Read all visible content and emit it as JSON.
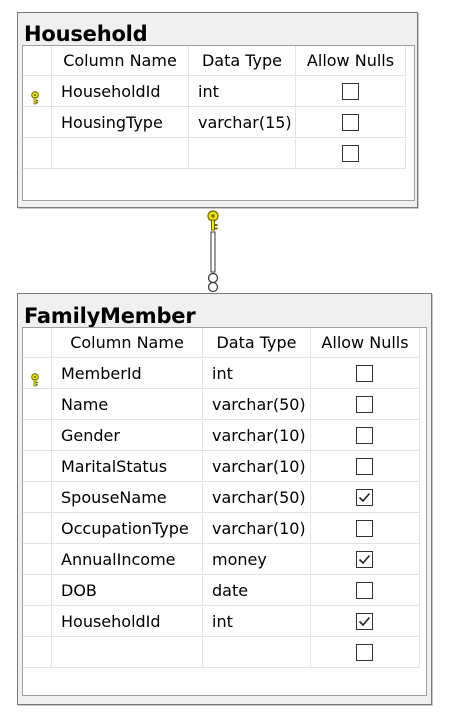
{
  "tables": [
    {
      "name": "Household",
      "headers": [
        "Column Name",
        "Data Type",
        "Allow Nulls"
      ],
      "rows": [
        {
          "column": "HouseholdId",
          "type": "int",
          "allow_nulls": false,
          "primary_key": true
        },
        {
          "column": "HousingType",
          "type": "varchar(15)",
          "allow_nulls": false,
          "primary_key": false
        },
        {
          "column": "",
          "type": "",
          "allow_nulls": false,
          "primary_key": false
        }
      ]
    },
    {
      "name": "FamilyMember",
      "headers": [
        "Column Name",
        "Data Type",
        "Allow Nulls"
      ],
      "rows": [
        {
          "column": "MemberId",
          "type": "int",
          "allow_nulls": false,
          "primary_key": true
        },
        {
          "column": "Name",
          "type": "varchar(50)",
          "allow_nulls": false,
          "primary_key": false
        },
        {
          "column": "Gender",
          "type": "varchar(10)",
          "allow_nulls": false,
          "primary_key": false
        },
        {
          "column": "MaritalStatus",
          "type": "varchar(10)",
          "allow_nulls": false,
          "primary_key": false
        },
        {
          "column": "SpouseName",
          "type": "varchar(50)",
          "allow_nulls": true,
          "primary_key": false
        },
        {
          "column": "OccupationType",
          "type": "varchar(10)",
          "allow_nulls": false,
          "primary_key": false
        },
        {
          "column": "AnnualIncome",
          "type": "money",
          "allow_nulls": true,
          "primary_key": false
        },
        {
          "column": "DOB",
          "type": "date",
          "allow_nulls": false,
          "primary_key": false
        },
        {
          "column": "HouseholdId",
          "type": "int",
          "allow_nulls": true,
          "primary_key": false
        },
        {
          "column": "",
          "type": "",
          "allow_nulls": false,
          "primary_key": false
        }
      ]
    }
  ],
  "relationship": {
    "from": "Household",
    "to": "FamilyMember",
    "one_end_icon": "key-icon",
    "many_end_icon": "infinity-icon"
  },
  "colors": {
    "key_fill": "#f2e600",
    "key_stroke": "#6b6b00",
    "window_bg": "#f0f0f0",
    "border": "#7a7a7a"
  }
}
